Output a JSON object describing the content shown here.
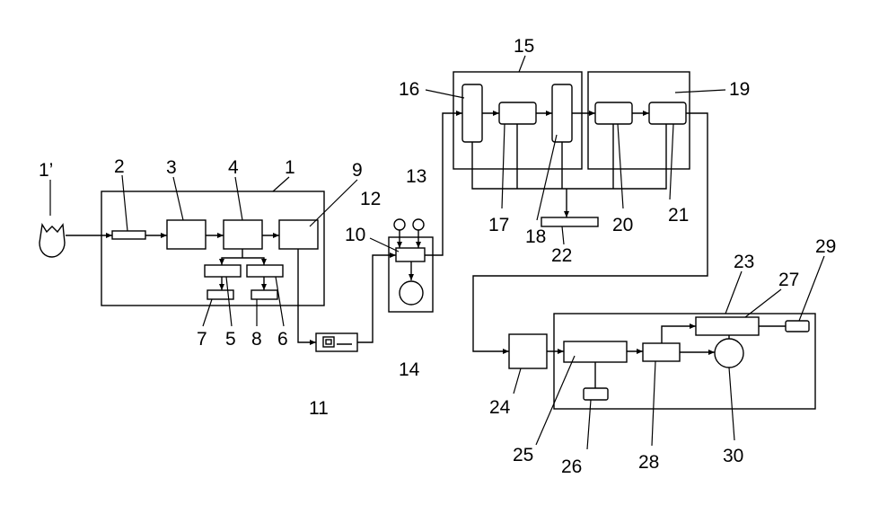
{
  "labels": {
    "l1p": "1’",
    "l1": "1",
    "l2": "2",
    "l3": "3",
    "l4": "4",
    "l5": "5",
    "l6": "6",
    "l7": "7",
    "l8": "8",
    "l9": "9",
    "l10": "10",
    "l11": "11",
    "l12": "12",
    "l13": "13",
    "l14": "14",
    "l15": "15",
    "l16": "16",
    "l17": "17",
    "l18": "18",
    "l19": "19",
    "l20": "20",
    "l21": "21",
    "l22": "22",
    "l23": "23",
    "l24": "24",
    "l25": "25",
    "l26": "26",
    "l27": "27",
    "l28": "28",
    "l29": "29",
    "l30": "30"
  }
}
